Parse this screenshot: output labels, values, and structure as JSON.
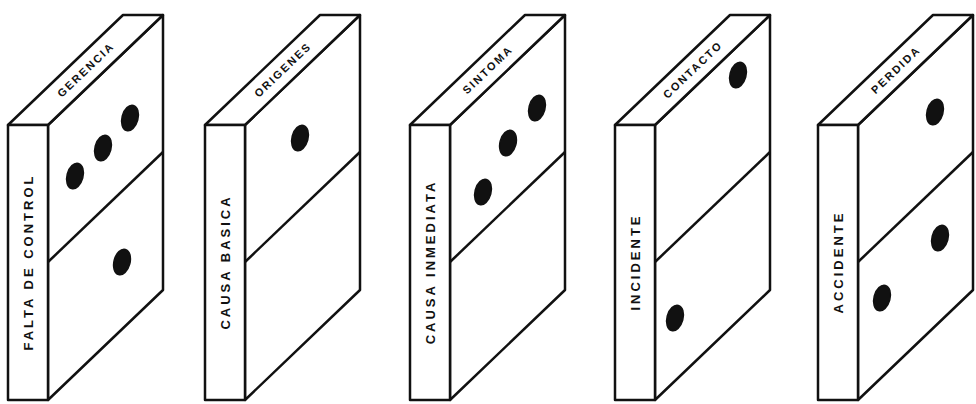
{
  "diagram": {
    "nodes": [
      {
        "text": [
          "GERENCIA",
          "FALTA DE CONTROL"
        ]
      },
      {
        "text": [
          "ORIGENES",
          "CAUSA BASICA"
        ]
      },
      {
        "text": [
          "SINTOMA",
          "CAUSA INMEDIATA"
        ]
      },
      {
        "text": [
          "CONTACTO",
          "INCIDENTE"
        ]
      },
      {
        "text": [
          "PERDIDA",
          "ACCIDENTE"
        ]
      }
    ]
  }
}
